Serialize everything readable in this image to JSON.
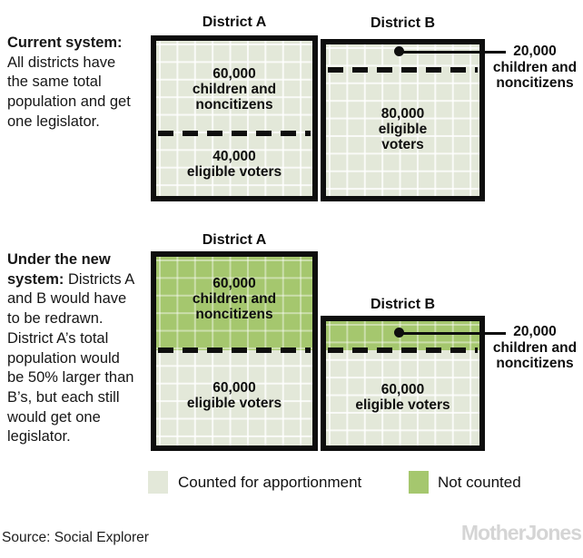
{
  "colors": {
    "counted_fill": "#e3e8d9",
    "not_counted_fill": "#a5c76e",
    "outline": "#0e0e0e",
    "logo_gray": "#d5d5d5"
  },
  "top_panel": {
    "note": {
      "bold": "Current system:",
      "lines": [
        "All districts have",
        "the same total",
        "population and get",
        "one legislator."
      ]
    },
    "district_a": {
      "label": "District A",
      "upper": [
        "60,000",
        "children and",
        "noncitizens"
      ],
      "lower": [
        "40,000",
        "eligible voters"
      ]
    },
    "district_b": {
      "label": "District B",
      "center": [
        "80,000",
        "eligible",
        "voters"
      ]
    },
    "callout": [
      "20,000",
      "children and",
      "noncitizens"
    ]
  },
  "bottom_panel": {
    "note": {
      "bold1": "Under the new",
      "bold2": "system:",
      "after_bold": " Districts A",
      "lines": [
        "and B would have",
        "to be redrawn.",
        "District A’s total",
        "population would",
        "be 50% larger than",
        "B’s, but each still",
        "would get one",
        "legislator."
      ]
    },
    "district_a": {
      "label": "District A",
      "upper": [
        "60,000",
        "children and",
        "noncitizens"
      ],
      "lower": [
        "60,000",
        "eligible voters"
      ]
    },
    "district_b": {
      "label": "District B",
      "lower": [
        "60,000",
        "eligible voters"
      ]
    },
    "callout": [
      "20,000",
      "children and",
      "noncitizens"
    ]
  },
  "legend": {
    "counted_label": "Counted for apportionment",
    "not_counted_label": "Not counted"
  },
  "footer": {
    "source": "Source: Social Explorer",
    "logo": "MotherJones"
  }
}
